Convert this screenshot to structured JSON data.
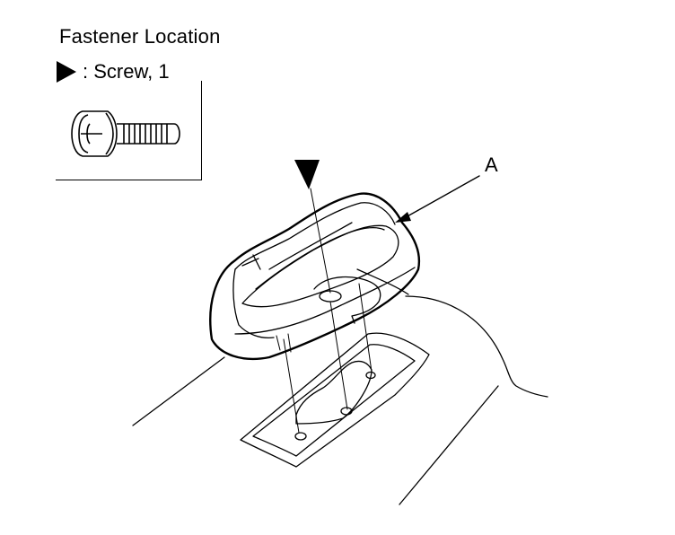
{
  "title": "Fastener Location",
  "legend": {
    "marker_icon": "black-triangle-icon",
    "label": ": Screw, 1",
    "screw_icon": "pan-head-screw-icon"
  },
  "callouts": {
    "part_a": "A"
  },
  "colors": {
    "line": "#000000",
    "background": "#ffffff"
  }
}
